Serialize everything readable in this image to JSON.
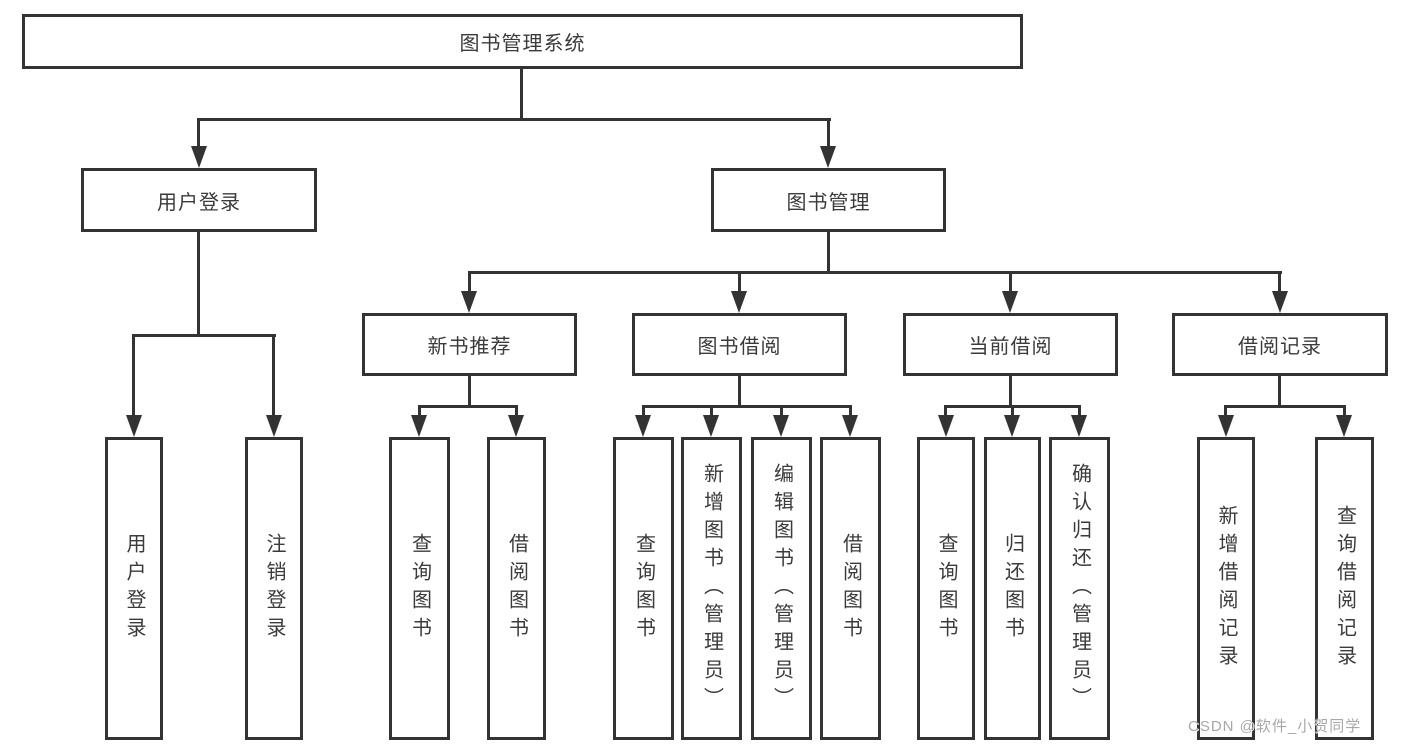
{
  "colors": {
    "background": "#ffffff",
    "line": "#333333",
    "box_border": "#333333",
    "text": "#3b3b3b",
    "watermark": "#a8a8a8"
  },
  "watermark": {
    "text": "CSDN @软件_小贺同学"
  },
  "tree": {
    "root": "图书管理系统",
    "children": [
      {
        "label": "用户登录",
        "children": [
          {
            "label": "用户登录"
          },
          {
            "label": "注销登录"
          }
        ]
      },
      {
        "label": "图书管理",
        "children": [
          {
            "label": "新书推荐",
            "children": [
              {
                "label": "查询图书"
              },
              {
                "label": "借阅图书"
              }
            ]
          },
          {
            "label": "图书借阅",
            "children": [
              {
                "label": "查询图书"
              },
              {
                "label": "新增图书（管理员）"
              },
              {
                "label": "编辑图书（管理员）"
              },
              {
                "label": "借阅图书"
              }
            ]
          },
          {
            "label": "当前借阅",
            "children": [
              {
                "label": "查询图书"
              },
              {
                "label": "归还图书"
              },
              {
                "label": "确认归还（管理员）"
              }
            ]
          },
          {
            "label": "借阅记录",
            "children": [
              {
                "label": "新增借阅记录"
              },
              {
                "label": "查询借阅记录"
              }
            ]
          }
        ]
      }
    ]
  }
}
